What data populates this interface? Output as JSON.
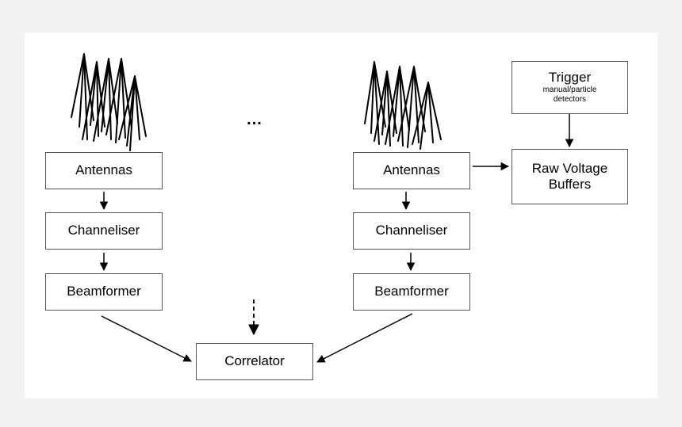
{
  "left_chain": {
    "antennas": "Antennas",
    "channeliser": "Channeliser",
    "beamformer": "Beamformer"
  },
  "right_chain": {
    "antennas": "Antennas",
    "channeliser": "Channeliser",
    "beamformer": "Beamformer"
  },
  "correlator": "Correlator",
  "ellipsis": "...",
  "trigger": {
    "title": "Trigger",
    "subtitle": "manual/particle detectors"
  },
  "buffers": {
    "line1": "Raw Voltage",
    "line2": "Buffers"
  },
  "colors": {
    "background": "#f2f2f2",
    "panel": "#ffffff",
    "stroke": "#000000",
    "box_border": "#555555"
  }
}
